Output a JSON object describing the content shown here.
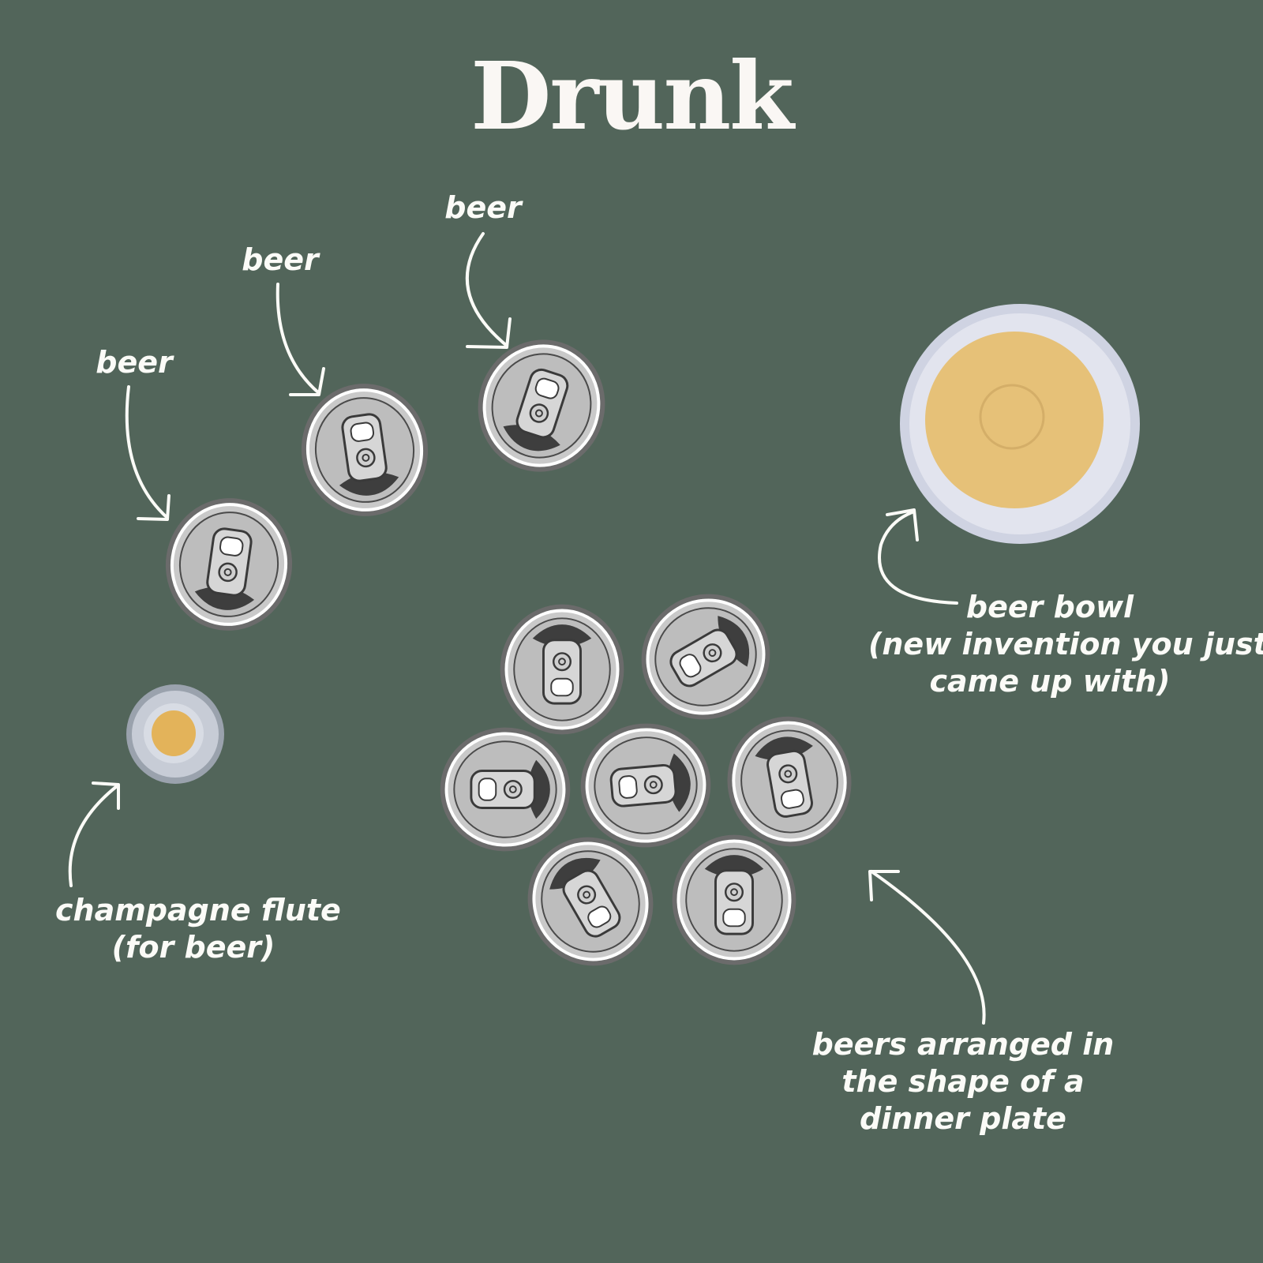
{
  "title": "Drunk",
  "labels": {
    "beer_1": "beer",
    "beer_2": "beer",
    "beer_3": "beer",
    "bowl": [
      "beer bowl",
      "(new invention you just",
      "came up with)"
    ],
    "flute": [
      "champagne flute",
      "(for beer)"
    ],
    "plate": [
      "beers arranged in",
      "the shape of a",
      "dinner plate"
    ]
  },
  "colors": {
    "board": "#52655a",
    "chalk": "#fbfbf7",
    "can_rim": "#6b6b6b",
    "can_top": "#c9c9c9",
    "beer": "#e6c178",
    "glass": "#d7dce6"
  }
}
